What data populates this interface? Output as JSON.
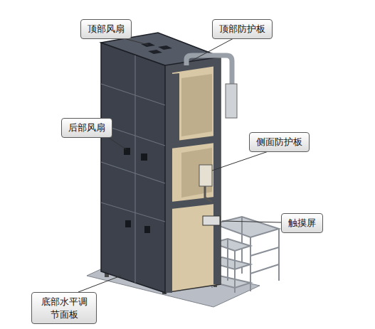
{
  "diagram": {
    "nodes": [
      {
        "text": [
          "顶部风扇"
        ]
      },
      {
        "text": [
          "顶部防护板"
        ]
      },
      {
        "text": [
          "后部风扇"
        ]
      },
      {
        "text": [
          "侧面防护板"
        ]
      },
      {
        "text": [
          "触摸屏"
        ]
      },
      {
        "text": [
          "底部水平调节面板"
        ]
      }
    ]
  }
}
